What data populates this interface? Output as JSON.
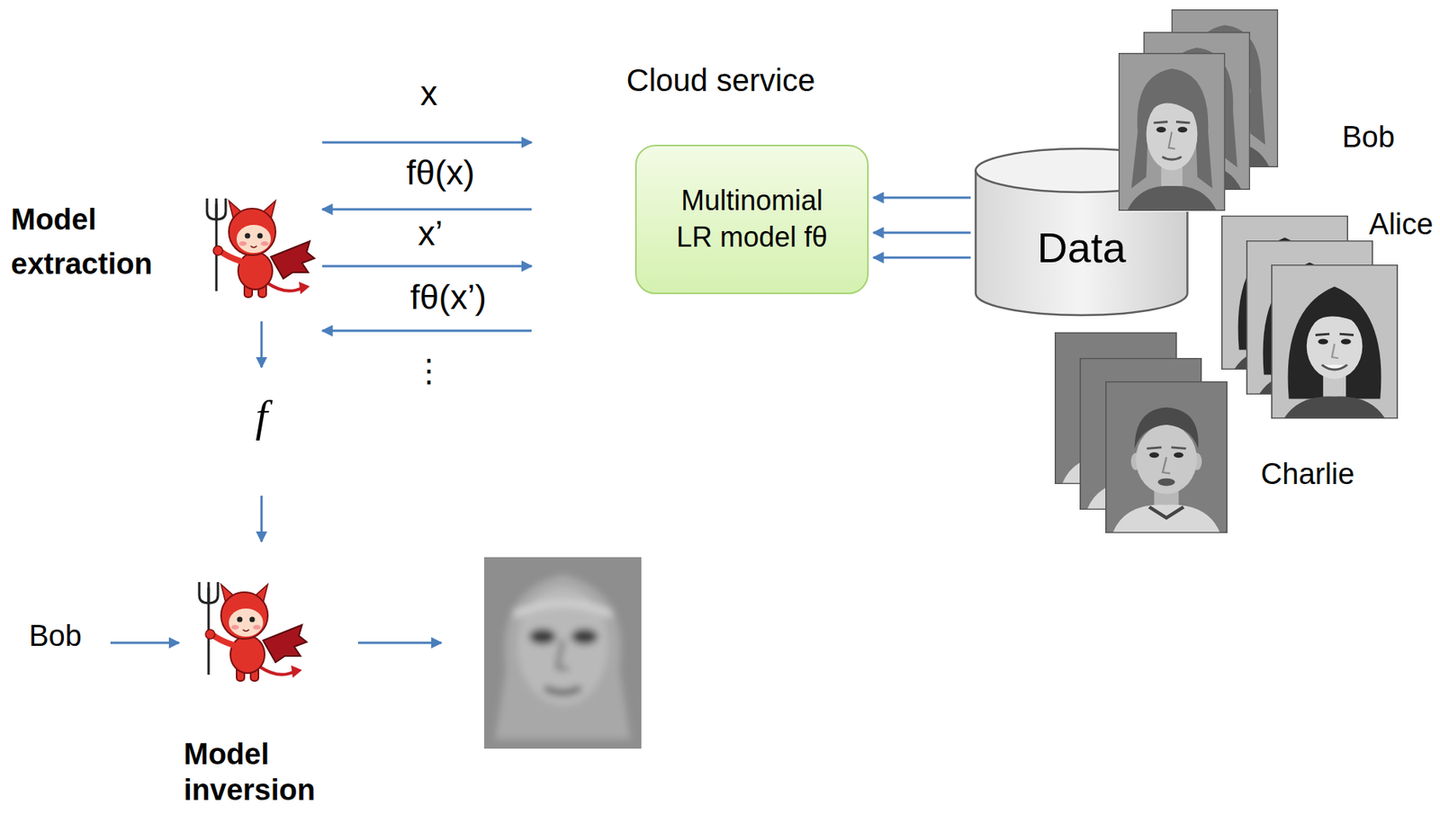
{
  "diagram": {
    "nodes": [
      {
        "text": [
          "Cloud service"
        ]
      },
      {
        "text": [
          "Multinomial LR model fθ"
        ],
        "in": 0
      },
      {
        "text": [
          "Data"
        ]
      }
    ],
    "edges": [
      {
        "from": 2,
        "to": 1,
        "arrow": "to"
      },
      {
        "from": 2,
        "to": 1,
        "arrow": "to"
      },
      {
        "from": 2,
        "to": 1,
        "arrow": "to"
      }
    ],
    "labels": [
      "x",
      "fθ(x)",
      "x’",
      "fθ(x’)",
      "⋮",
      "Model extraction",
      "f",
      "Bob",
      "Alice",
      "Charlie",
      "Bob",
      "Model inversion"
    ]
  }
}
